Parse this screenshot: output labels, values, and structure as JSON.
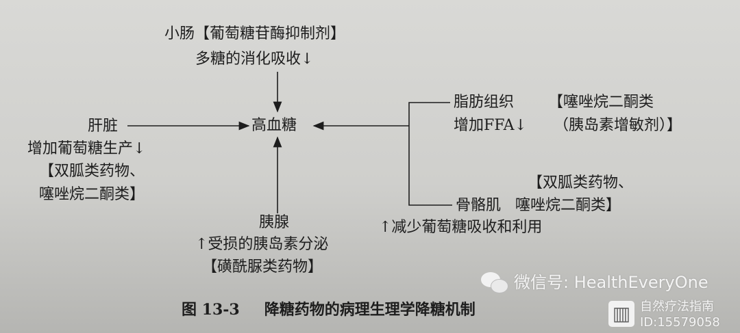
{
  "top": {
    "line1": "小肠【葡萄糖苷酶抑制剂】",
    "line2": "多糖的消化吸收↓"
  },
  "center": "高血糖",
  "liver": {
    "name": "肝脏",
    "effect": "增加葡萄糖生产↓",
    "drug1": "【双胍类药物、",
    "drug2": "噻唑烷二酮类】"
  },
  "pancreas": {
    "name": "胰腺",
    "effect": "↑受损的胰岛素分泌",
    "drug": "【磺酰脲类药物】"
  },
  "adipose": {
    "name": "脂肪组织",
    "drug1": "【噻唑烷二酮类",
    "effect": "增加FFA↓",
    "drug2": "（胰岛素增敏剂）】"
  },
  "muscle": {
    "drug1": "【双胍类药物、",
    "name": "骨骼肌",
    "drug2": "噻唑烷二酮类】",
    "effect": "↑减少葡萄糖吸收和利用"
  },
  "caption": {
    "label": "图 13-3",
    "title": "降糖药物的病理生理学降糖机制"
  },
  "watermark": {
    "wechat": "微信号: HealthEveryOne",
    "brand": "自然疗法指南",
    "id": "ID:15579058"
  }
}
